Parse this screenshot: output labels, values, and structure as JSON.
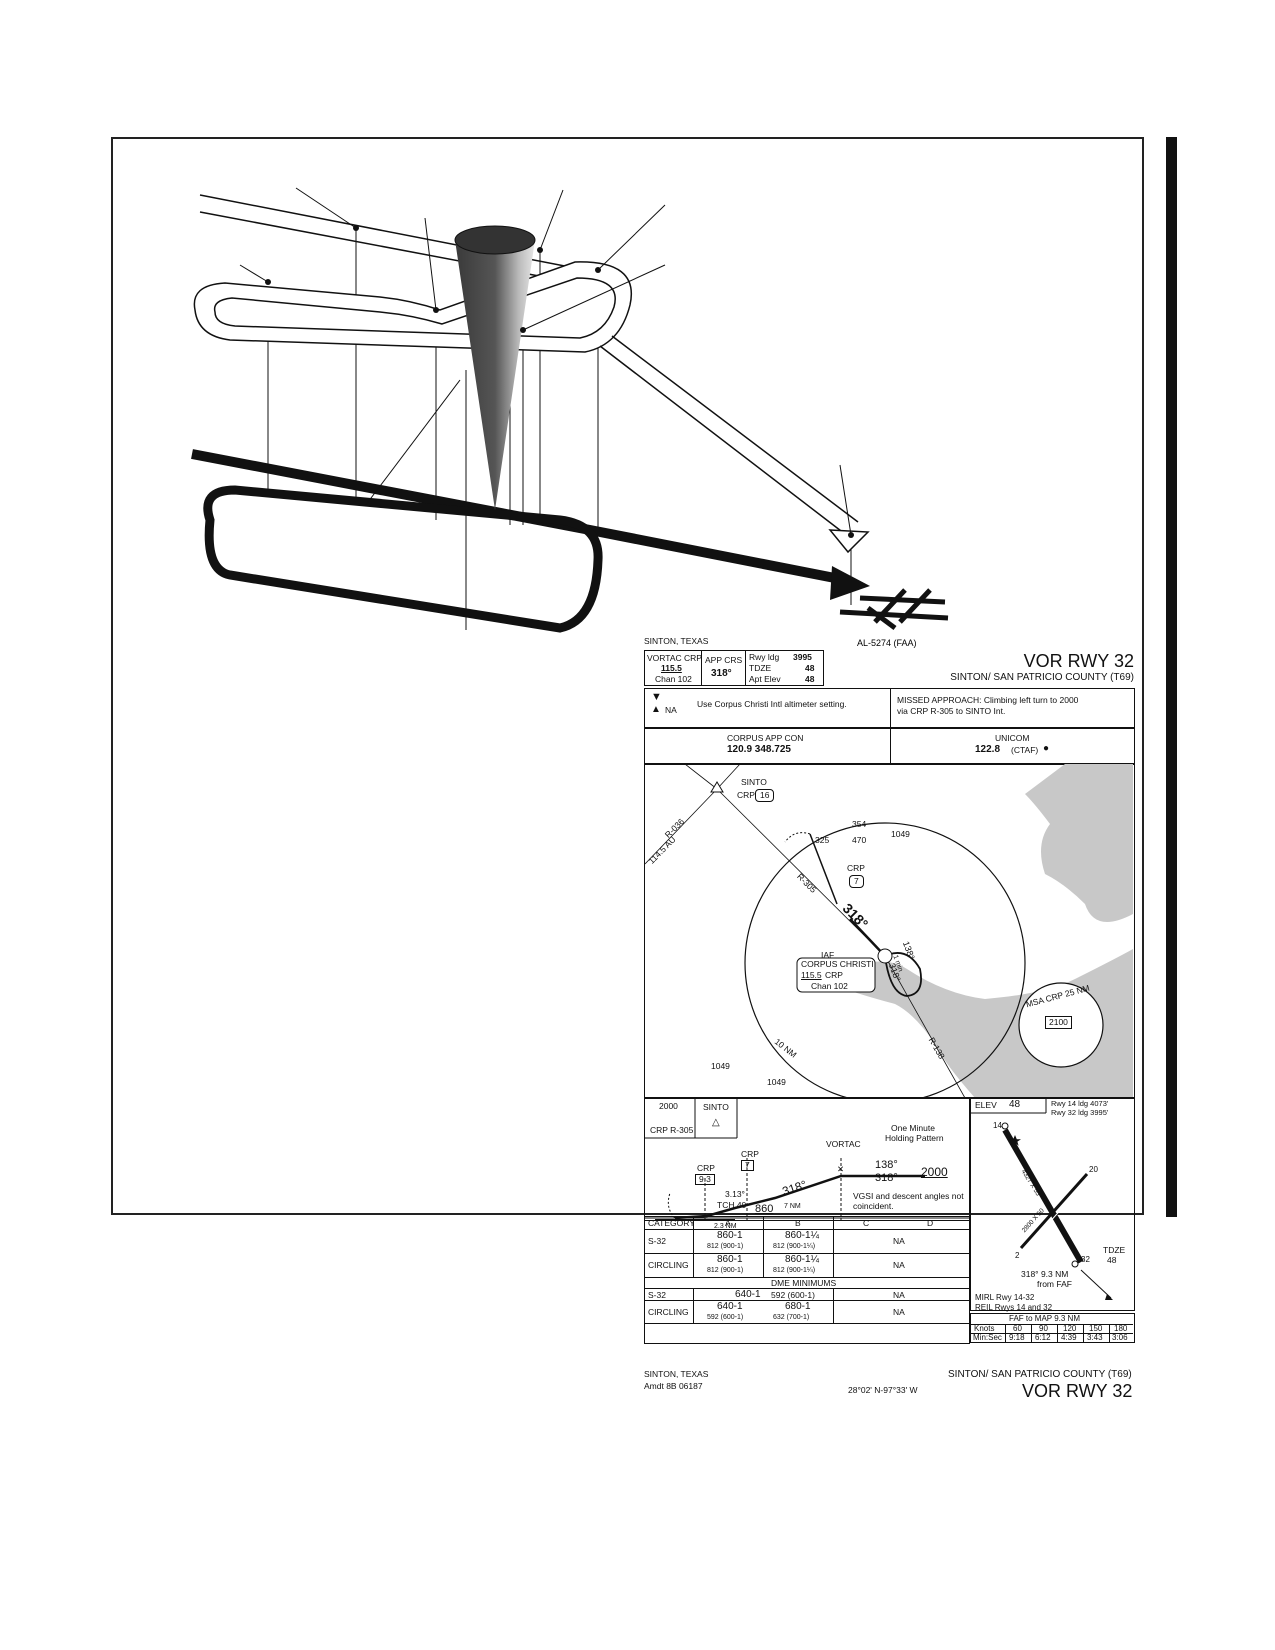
{
  "illustration": {
    "figure_id": "AL-5274 (FAA)"
  },
  "plate": {
    "location": "SINTON, TEXAS",
    "title": "VOR RWY 32",
    "airport": "SINTON/ SAN PATRICIO COUNTY (T69)",
    "briefing": {
      "nav_label": "VORTAC CRP",
      "nav_freq": "115.5",
      "nav_chan": "Chan 102",
      "app_crs_label": "APP CRS",
      "app_crs": "318°",
      "rwy_ldg_label": "Rwy ldg",
      "rwy_ldg": "3995",
      "tdze_label": "TDZE",
      "tdze": "48",
      "apt_elev_label": "Apt Elev",
      "apt_elev": "48"
    },
    "notes": {
      "takeoff_symbol": "▼",
      "alternate_na": "NA",
      "altimeter": "Use Corpus Christi Intl altimeter setting.",
      "missed_line1": "MISSED APPROACH:  Climbing left turn to 2000",
      "missed_line2": "via CRP R-305 to SINTO Int."
    },
    "comms": {
      "app_con_label": "CORPUS APP CON",
      "app_con_freqs": "120.9  348.725",
      "unicom_label": "UNICOM",
      "unicom_freq": "122.8",
      "unicom_ctaf": "(CTAF)"
    },
    "planview": {
      "sinto_label": "SINTO",
      "sinto_crp": "CRP",
      "sinto_dme": "16",
      "radial_036": "R-036",
      "au_label": "114.5 AU",
      "r305": "R-305",
      "r138": "R-138",
      "crp7_label": "CRP",
      "crp7_dme": "7",
      "course_318": "318°",
      "hold_138": "138°",
      "hold_1min": "1 min",
      "hold_318": "318°",
      "iaf_label": "IAF",
      "facility_name": "CORPUS CHRISTI",
      "facility_freq": "115.5",
      "facility_id": "CRP",
      "facility_chan": "Chan 102",
      "ring_label": "10 NM",
      "msa_label": "MSA CRP 25 NM",
      "msa_alt": "2100",
      "obs": [
        "354",
        "470",
        "325",
        "1049",
        "1049",
        "1049"
      ]
    },
    "profile": {
      "hold_alt": "2000",
      "hold_fix": "CRP R-305",
      "sinto": "SINTO",
      "crp9_label": "CRP",
      "crp9_dme": "9.3",
      "crp7_label": "CRP",
      "crp7_dme": "7",
      "vortac": "VORTAC",
      "one_minute": "One Minute",
      "holding_pattern": "Holding Pattern",
      "crs_138": "138°",
      "crs_318a": "318°",
      "alt_2000": "2000",
      "crs_318b": "318°",
      "gs_angle": "3.13°",
      "tch": "TCH 40",
      "alt_860": "860",
      "vgsi_1": "VGSI and descent angles not",
      "vgsi_2": "coincident.",
      "dist_1": "2.3 NM",
      "dist_2": "7 NM"
    },
    "minima": {
      "headers": [
        "CATEGORY",
        "A",
        "B",
        "C",
        "D"
      ],
      "rows": [
        {
          "cat": "S-32",
          "a": "860-1",
          "a2": "812 (900-1)",
          "b": "860-1¼",
          "b2": "812 (900-1¼)",
          "cd": "NA"
        },
        {
          "cat": "CIRCLING",
          "a": "860-1",
          "a2": "812 (900-1)",
          "b": "860-1¼",
          "b2": "812 (900-1¼)",
          "cd": "NA"
        }
      ],
      "dme_header": "DME MINIMUMS",
      "dme_rows": [
        {
          "cat": "S-32",
          "a": "640-1",
          "a2": "592 (600-1)",
          "cd": "NA"
        },
        {
          "cat": "CIRCLING",
          "a": "640-1",
          "a2": "592 (600-1)",
          "b": "680-1",
          "b2": "632 (700-1)",
          "cd": "NA"
        }
      ]
    },
    "airport_diagram": {
      "elev_label": "ELEV",
      "elev": "48",
      "rwy14": "Rwy 14 ldg  4073'",
      "rwy32": "Rwy 32 ldg  3995'",
      "rwy_14_num": "14",
      "rwy_32_num": "32",
      "rwy_2_num": "2",
      "rwy_20_num": "20",
      "dims_main": "4327 X 55",
      "dims_cross": "2800 X 50",
      "tdze_label": "TDZE",
      "tdze": "48",
      "faf_bearing": "318° 9.3 NM",
      "faf_from": "from FAF",
      "mirl": "MIRL Rwy 14-32",
      "reil": "REIL Rwys 14 and 32"
    },
    "timing": {
      "header": "FAF to MAP 9.3 NM",
      "knots_label": "Knots",
      "knots": [
        "60",
        "90",
        "120",
        "150",
        "180"
      ],
      "time_label": "Min:Sec",
      "times": [
        "9:18",
        "6:12",
        "4:39",
        "3:43",
        "3:06"
      ]
    },
    "footer": {
      "location": "SINTON, TEXAS",
      "amendment": "Amdt 8B  06187",
      "coords": "28°02' N-97°33' W",
      "airport": "SINTON/ SAN PATRICIO COUNTY (T69)",
      "title": "VOR RWY 32"
    }
  }
}
